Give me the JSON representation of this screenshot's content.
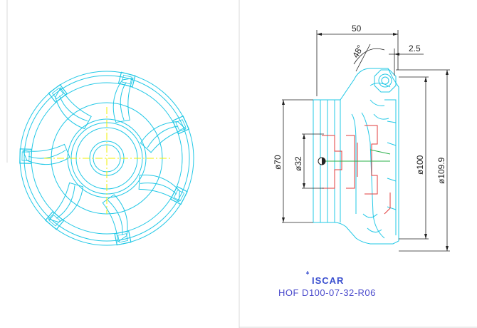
{
  "colors": {
    "outline": "#22c8e6",
    "center_line": "#f0f000",
    "section_red": "#e23b3b",
    "section_green": "#2bb04a",
    "dimension": "#222222",
    "title": "#4a4acc",
    "logo": "#3a4fcf"
  },
  "front_view": {
    "insert_count": 7
  },
  "section_view": {
    "dimensions": {
      "length_top": "50",
      "angle": "48°",
      "offset": "2.5",
      "dia_70": "ø70",
      "dia_32": "ø32",
      "dia_100": "ø100",
      "dia_109_9": "ø109.9"
    }
  },
  "title_block": {
    "logo_text": "ISCAR",
    "logo_icon": "iscar-logo-icon",
    "part_code": "HOF D100-07-32-R06"
  }
}
